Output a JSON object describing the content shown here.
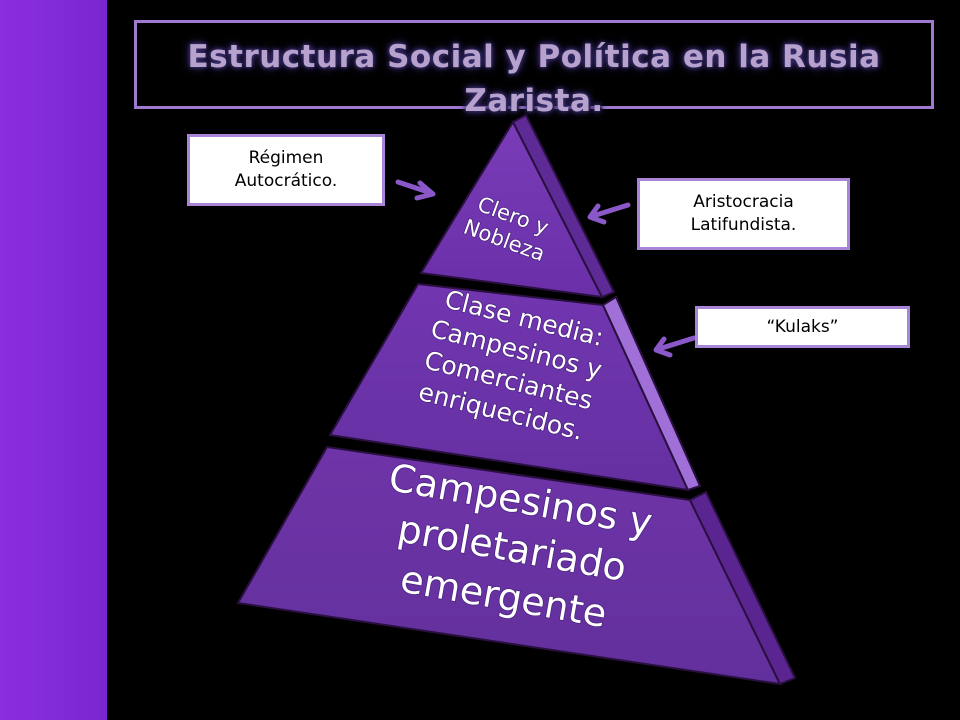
{
  "title": {
    "line1": "Estructura Social y Política en la Rusia",
    "line2": "Zarista."
  },
  "callouts": {
    "regimen": {
      "line1": "Régimen",
      "line2": "Autocrático."
    },
    "aristocracia": {
      "line1": "Aristocracia",
      "line2": "Latifundista."
    },
    "kulaks": {
      "text": "“Kulaks”"
    }
  },
  "pyramid": {
    "top": {
      "line1": "Clero y",
      "line2": "Nobleza"
    },
    "middle": {
      "line1": "Clase media:",
      "line2": "Campesinos y",
      "line3": "Comerciantes",
      "line4": "enriquecidos."
    },
    "bottom": {
      "line1": "Campesinos y",
      "line2": "proletariado",
      "line3": "emergente"
    }
  },
  "colors": {
    "stripe": "#8a2ee0",
    "level_fill": "#6a32a0",
    "level_side": "#5a2590",
    "kulak_side": "#a070d8",
    "box_border": "#a985d8",
    "arrow": "#8a58c8",
    "title_text": "#b6a2cc"
  }
}
